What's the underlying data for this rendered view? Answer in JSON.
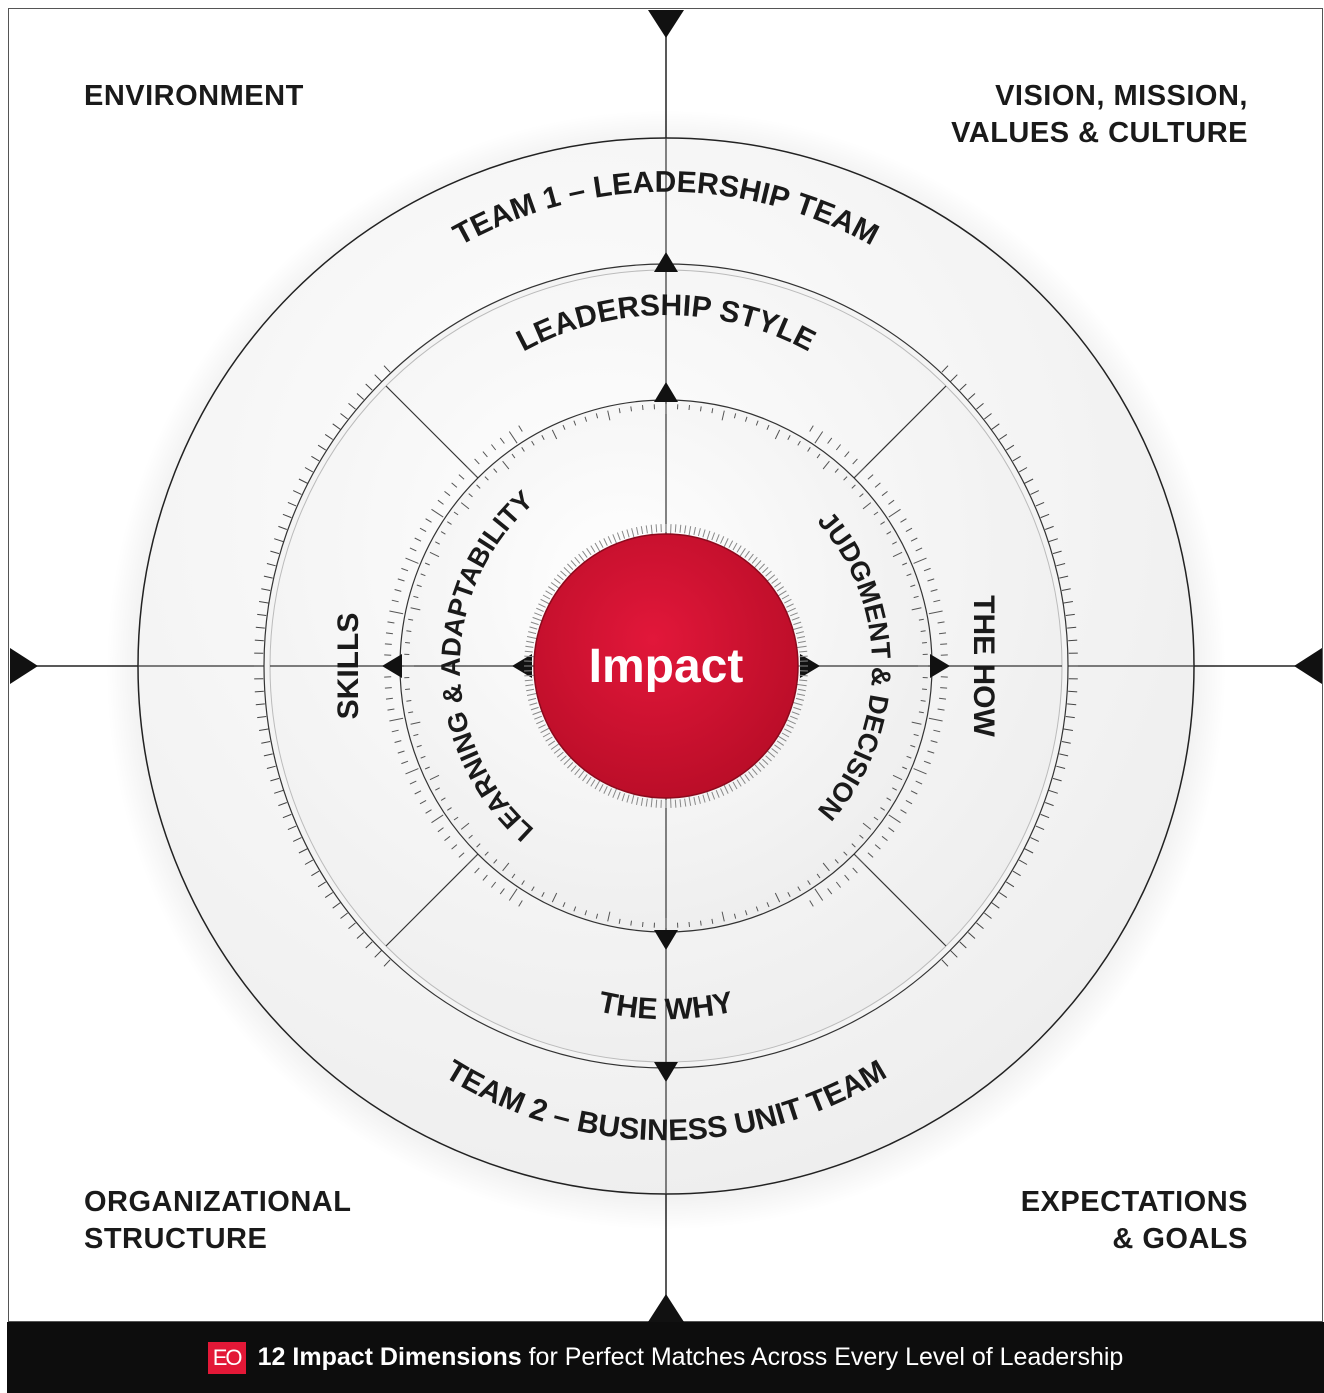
{
  "corners": {
    "environment": "ENVIRONMENT",
    "vision": "VISION, MISSION,\nVALUES & CULTURE",
    "organizational": "ORGANIZATIONAL\nSTRUCTURE",
    "expectations": "EXPECTATIONS\n& GOALS"
  },
  "rings": {
    "team1": "TEAM 1 – LEADERSHIP TEAM",
    "team2": "TEAM 2 – BUSINESS UNIT TEAM",
    "leadership_style": "LEADERSHIP STYLE",
    "the_why": "THE WHY",
    "skills": "SKILLS",
    "the_how": "THE HOW",
    "learning": "LEARNING & ADAPTABILITY",
    "judgment": "JUDGMENT & DECISION"
  },
  "center": {
    "label": "Impact"
  },
  "footer": {
    "logo": "EO",
    "bold": "12 Impact Dimensions",
    "rest": "for Perfect Matches Across Every Level of Leadership"
  },
  "colors": {
    "accent": "#d8122f",
    "footer_bg": "#0d0d0d",
    "text": "#1a1a1a"
  }
}
